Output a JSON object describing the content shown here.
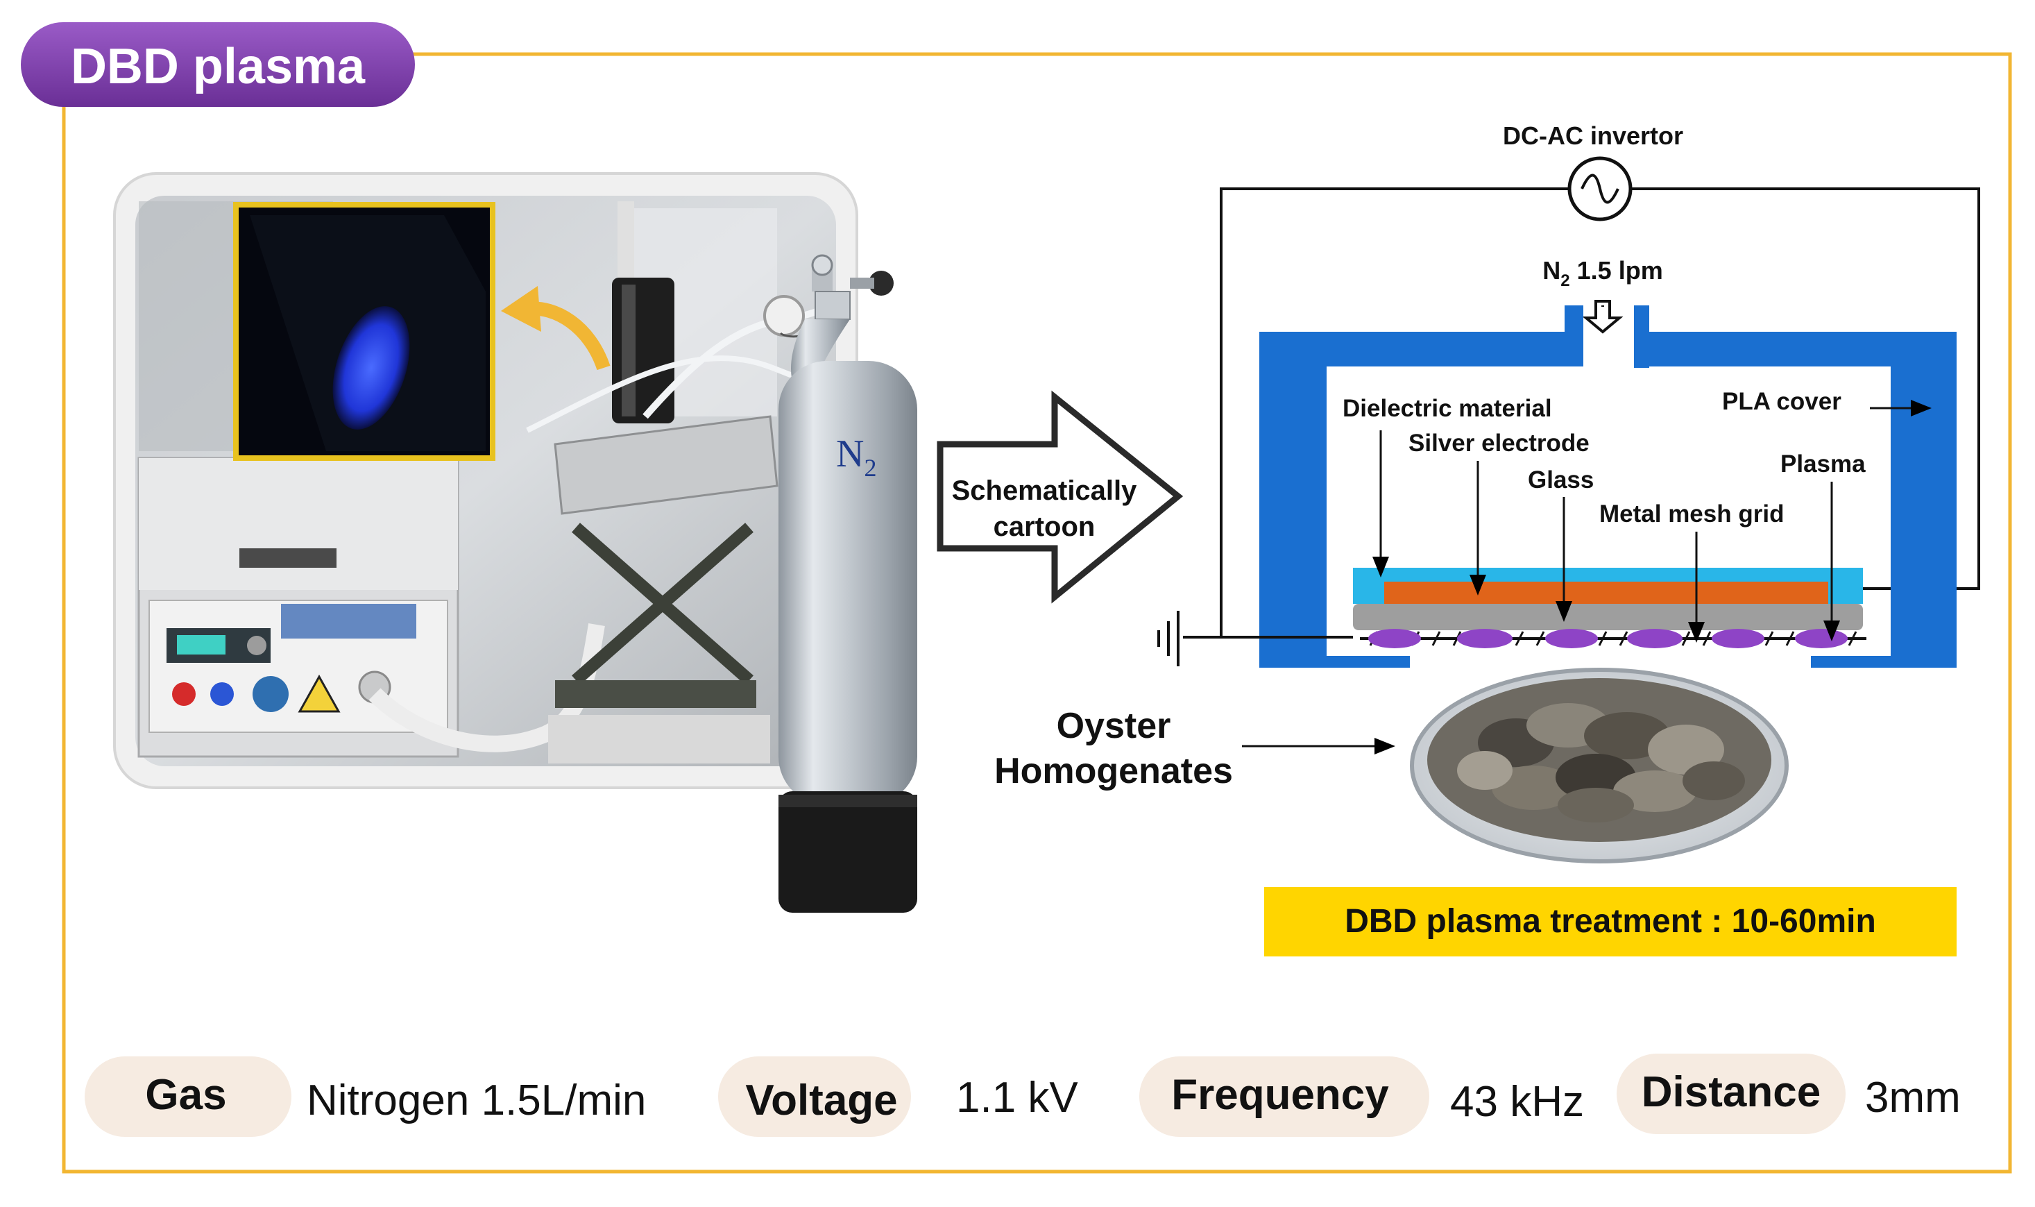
{
  "title": "DBD plasma",
  "photo": {
    "cylinder_label": "N",
    "cylinder_label_sub": "2"
  },
  "arrow_label": {
    "line1": "Schematically",
    "line2": "cartoon"
  },
  "schematic": {
    "power_supply": "DC-AC invertor",
    "gas_flow": {
      "gas": "N",
      "sub": "2",
      "rate": "1.5 lpm"
    },
    "labels": {
      "dielectric": "Dielectric material",
      "silver": "Silver electrode",
      "glass": "Glass",
      "mesh": "Metal mesh grid",
      "cover": "PLA cover",
      "plasma": "Plasma"
    },
    "sample": {
      "line1": "Oyster",
      "line2": "Homogenates"
    },
    "treatment": "DBD plasma treatment : 10-60min"
  },
  "parameters": [
    {
      "label": "Gas",
      "value": "Nitrogen 1.5L/min"
    },
    {
      "label": "Voltage",
      "value": "1.1 kV"
    },
    {
      "label": "Frequency",
      "value": "43 kHz"
    },
    {
      "label": "Distance",
      "value": "3mm"
    }
  ],
  "colors": {
    "frame": "#F2B632",
    "title_pill": "#7B3FA7",
    "chamber": "#1A6FD0",
    "dielectric": "#29B6E8",
    "electrode": "#E0641A",
    "glass": "#9E9E9E",
    "plasma": "#8E44C6",
    "treatment_bar": "#FFD500",
    "param_pill": "#F6EBE1"
  }
}
